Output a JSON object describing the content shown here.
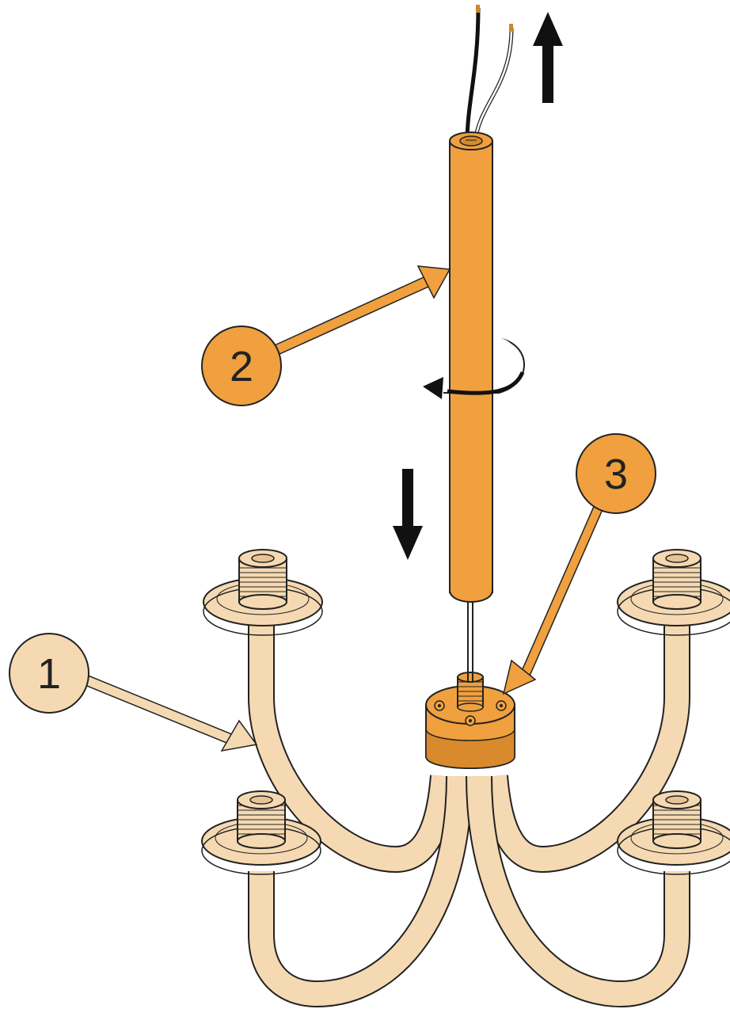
{
  "callouts": [
    {
      "label": "1"
    },
    {
      "label": "2"
    },
    {
      "label": "3"
    }
  ],
  "colors": {
    "arm": "#f5d9b2",
    "arm_dark": "#e8c393",
    "tube": "#f0a03e",
    "tube_dark": "#d88a2c",
    "hub": "#f0a03e",
    "callout_light": "#f5d9b2",
    "callout_orange": "#f0a03e",
    "outline": "#222222",
    "arrow": "#111111"
  },
  "icons": {
    "up": "arrow-up-icon",
    "down": "arrow-down-icon",
    "rotate": "rotate-icon"
  }
}
